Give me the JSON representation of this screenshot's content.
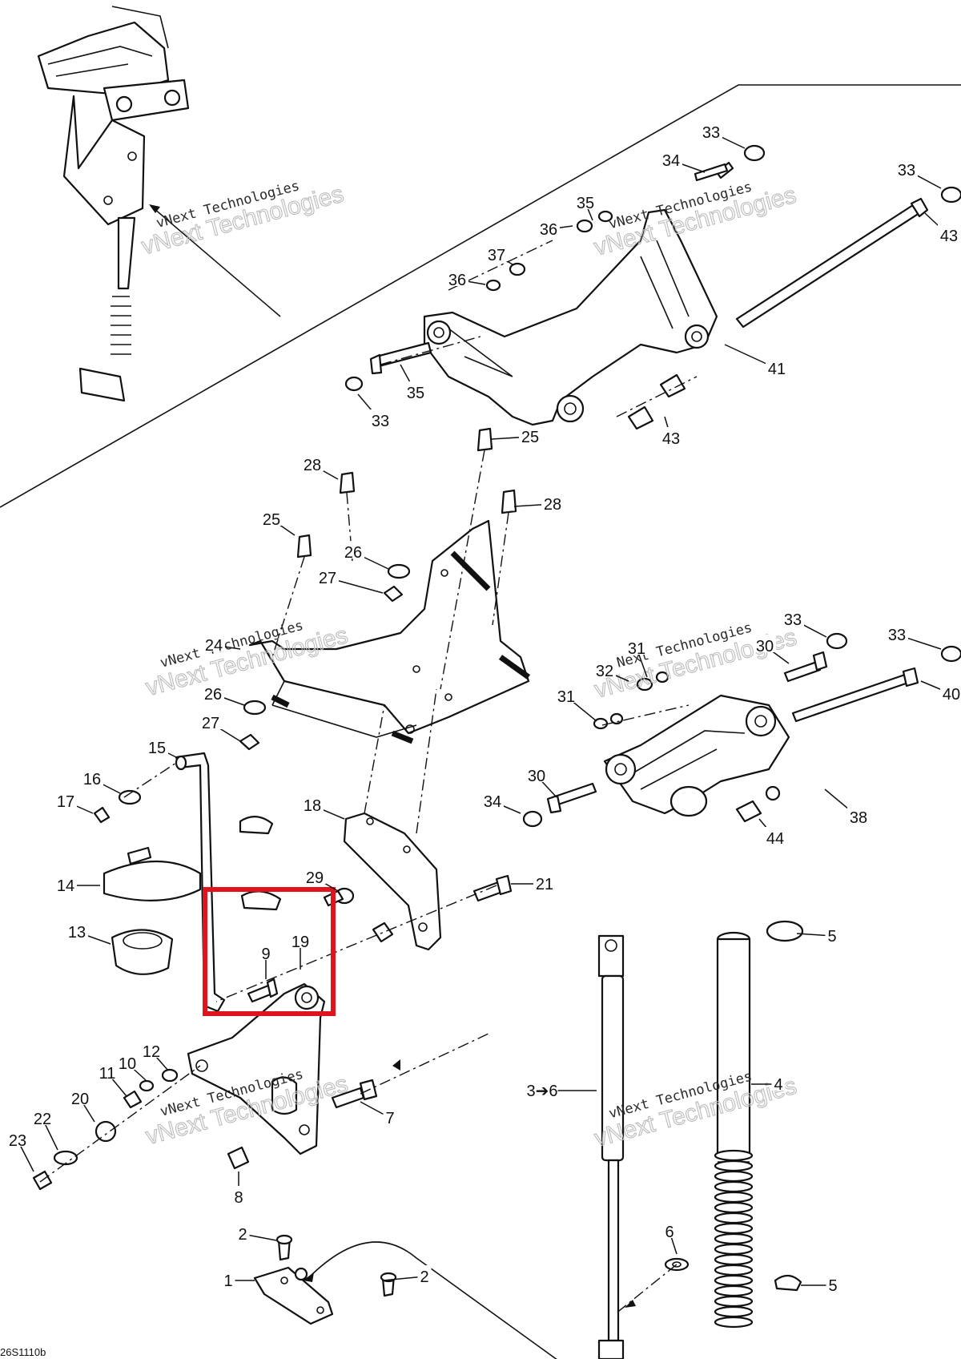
{
  "figure": {
    "reference_code": "26S1110b",
    "watermark_line1": "vNext Technologies",
    "watermark_line2": "vNext Technologies",
    "highlight_color": "#e0141c",
    "line_color": "#111111"
  },
  "callouts": [
    "1",
    "2",
    "2",
    "3➔6",
    "4",
    "5",
    "5",
    "6",
    "7",
    "8",
    "9",
    "10",
    "11",
    "12",
    "13",
    "14",
    "15",
    "16",
    "17",
    "18",
    "19",
    "20",
    "21",
    "22",
    "23",
    "24",
    "25",
    "25",
    "26",
    "26",
    "27",
    "27",
    "28",
    "28",
    "29",
    "30",
    "30",
    "31",
    "31",
    "32",
    "33",
    "33",
    "33",
    "33",
    "33",
    "34",
    "34",
    "35",
    "35",
    "36",
    "36",
    "37",
    "38",
    "40",
    "41",
    "43",
    "43",
    "44"
  ],
  "highlight": {
    "label": "highlighted region",
    "contains": [
      "9",
      "19"
    ]
  }
}
